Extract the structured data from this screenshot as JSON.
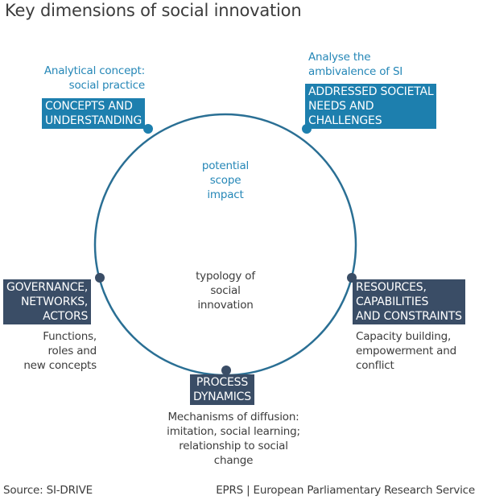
{
  "title": "Key dimensions of social innovation",
  "colors": {
    "accent_blue": "#1d7fae",
    "navy": "#3a4d66",
    "ring": "#2a6f94",
    "text_blue": "#2587b7",
    "text_grey": "#3c3c3c"
  },
  "inner": {
    "top": [
      "potential",
      "scope",
      "impact"
    ],
    "bottom": [
      "typology of",
      "social",
      "innovation"
    ]
  },
  "concepts": {
    "note": [
      "Analytical concept:",
      "social practice"
    ],
    "label": [
      "CONCEPTS AND",
      "UNDERSTANDING"
    ]
  },
  "needs": {
    "note": [
      "Analyse the",
      "ambivalence of SI"
    ],
    "label": [
      "ADDRESSED SOCIETAL",
      "NEEDS AND",
      "CHALLENGES"
    ]
  },
  "governance": {
    "label": [
      "GOVERNANCE,",
      "NETWORKS,",
      "ACTORS"
    ],
    "note": [
      "Functions,",
      "roles and",
      "new concepts"
    ]
  },
  "resources": {
    "label": [
      "RESOURCES,",
      "CAPABILITIES",
      "AND CONSTRAINTS"
    ],
    "note": [
      "Capacity building,",
      "empowerment and",
      "conflict"
    ]
  },
  "process": {
    "label": [
      "PROCESS",
      "DYNAMICS"
    ],
    "note": [
      "Mechanisms of diffusion:",
      "imitation, social learning;",
      "relationship to social",
      "change"
    ]
  },
  "footer": {
    "source": "Source: SI-DRIVE",
    "credit": "EPRS | European Parliamentary Research Service"
  }
}
